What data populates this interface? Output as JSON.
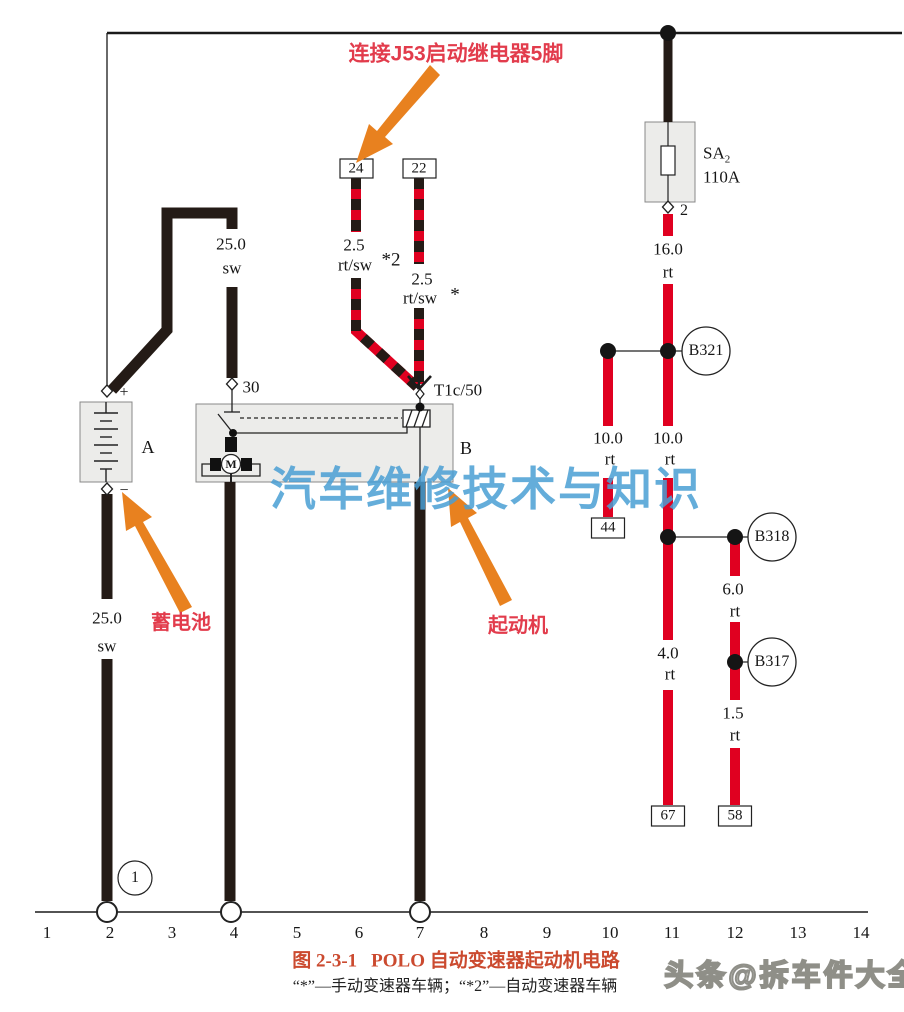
{
  "colors": {
    "wire_black": "#241b16",
    "wire_red": "#e00020",
    "accent_crimson": "#e23c4c",
    "arrow_orange": "#e8811f",
    "caption_red": "#cb4a2f",
    "watermark_blue": "#4a9fd4",
    "box_fill": "#ececea"
  },
  "annotations": {
    "relay_note": "连接J53启动继电器5脚",
    "battery_callout": "蓄电池",
    "starter_callout": "起动机"
  },
  "watermarks": {
    "blue": "汽车维修技术与知识",
    "gray": "头条@拆车件大全"
  },
  "caption": {
    "figure_no": "图 2-3-1",
    "title": "POLO 自动变速器起动机电路",
    "legend": "“*”—手动变速器车辆；“*2”—自动变速器车辆"
  },
  "components": {
    "battery_id": "A",
    "starter_id": "B",
    "motor": "M",
    "fuse": {
      "name": "SA",
      "sub": "2",
      "rating": "110A",
      "pin": "2"
    },
    "connectors": {
      "b321": "B321",
      "b318": "B318",
      "b317": "B317"
    },
    "current_track_ref": "1"
  },
  "terminals": {
    "plus": "+",
    "minus": "−",
    "t30": "30",
    "t50": "T1c/50",
    "pin24": "24",
    "pin22": "22",
    "pin44": "44",
    "pin67": "67",
    "pin58": "58"
  },
  "wires": {
    "battery_negative": {
      "size": "25.0",
      "code": "sw"
    },
    "battery_to_30": {
      "size": "25.0",
      "code": "sw"
    },
    "pin24_wire": {
      "size": "2.5",
      "code": "rt/sw",
      "note": "*2"
    },
    "pin22_wire": {
      "size": "2.5",
      "code": "rt/sw",
      "note": "*"
    },
    "fuse_out": {
      "size": "16.0",
      "code": "rt"
    },
    "branch_44": {
      "size": "10.0",
      "code": "rt"
    },
    "main_10": {
      "size": "10.0",
      "code": "rt"
    },
    "main_4": {
      "size": "4.0",
      "code": "rt"
    },
    "branch_6": {
      "size": "6.0",
      "code": "rt"
    },
    "branch_15": {
      "size": "1.5",
      "code": "rt"
    }
  },
  "track_numbers": [
    "1",
    "2",
    "3",
    "4",
    "5",
    "6",
    "7",
    "8",
    "9",
    "10",
    "11",
    "12",
    "13",
    "14"
  ]
}
